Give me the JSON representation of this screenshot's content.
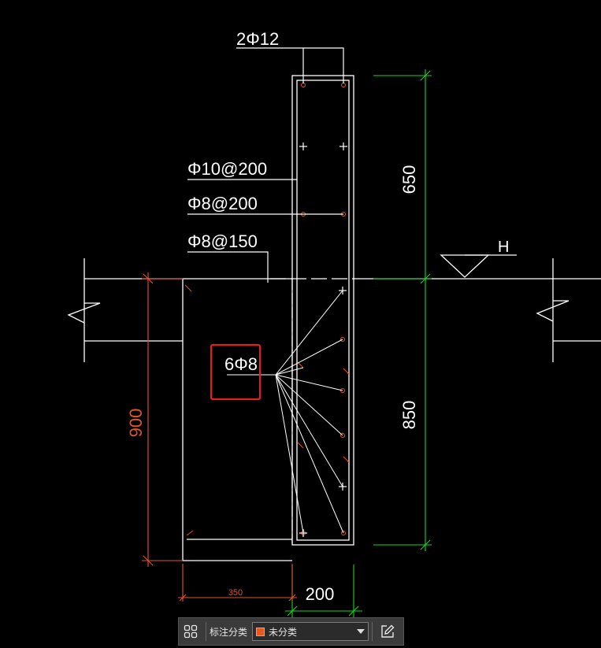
{
  "drawing": {
    "top_rebar_label": "2Φ12",
    "stirrup_label_1": "Φ10@200",
    "stirrup_label_2": "Φ8@200",
    "stirrup_label_3": "Φ8@150",
    "bottom_rebar_label": "6Φ8",
    "dim_upper": "650",
    "dim_lower": "850",
    "dim_depth": "900",
    "dim_width_small": "350",
    "dim_width_wall": "200",
    "elevation_mark": "H",
    "colors": {
      "background": "#000000",
      "lines": "#ffffff",
      "green_dims": "#1ed41e",
      "red_dims": "#e0552f",
      "highlight_box": "#e02020"
    }
  },
  "toolbar": {
    "annotation_label": "标注分类",
    "category_value": "未分类",
    "layout_icon": "grid-icon",
    "edit_icon": "edit-icon"
  }
}
